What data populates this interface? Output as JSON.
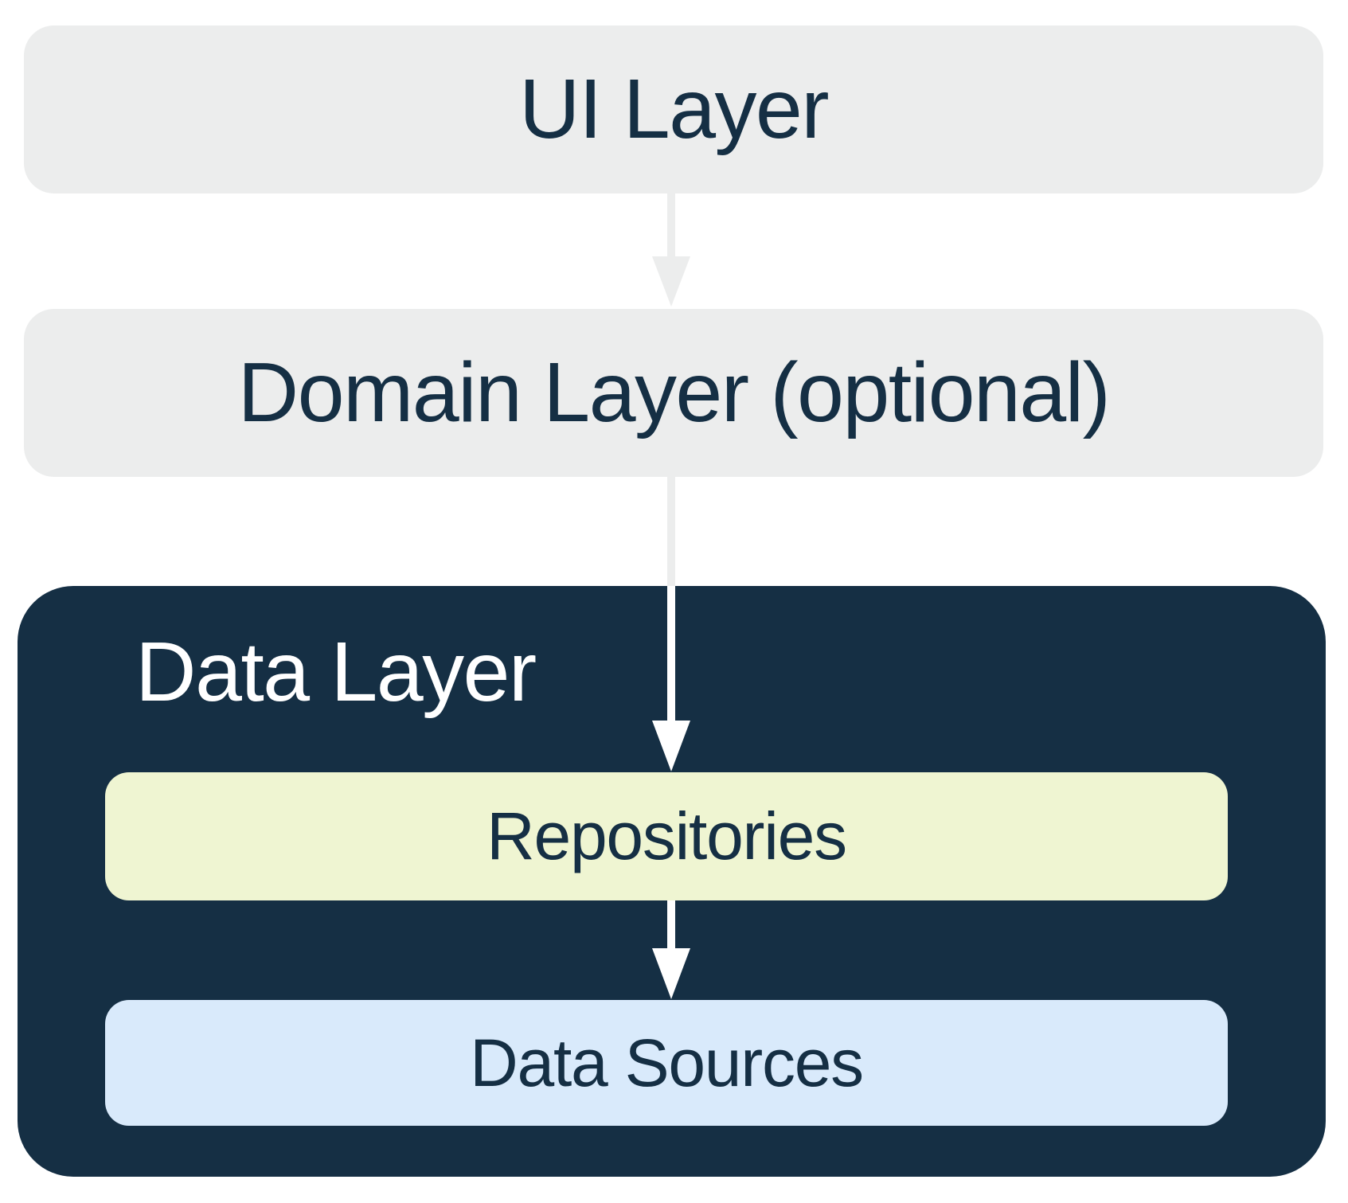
{
  "nodes": {
    "ui_layer": {
      "label": "UI Layer"
    },
    "domain_layer": {
      "label": "Domain Layer (optional)"
    },
    "data_layer": {
      "label": "Data Layer"
    },
    "repositories": {
      "label": "Repositories"
    },
    "data_sources": {
      "label": "Data Sources"
    }
  },
  "edges": [
    {
      "from": "ui_layer",
      "to": "domain_layer",
      "style": "gray-arrow"
    },
    {
      "from": "domain_layer",
      "to": "repositories",
      "style": "gray-then-white-arrow"
    },
    {
      "from": "repositories",
      "to": "data_sources",
      "style": "white-arrow"
    }
  ],
  "colors": {
    "background": "#FFFFFF",
    "layer_box_gray": "#ECEDED",
    "navy": "#152F44",
    "repositories_fill": "#EFF5D2",
    "data_sources_fill": "#D9EAFB",
    "arrow_gray": "#ECEDED",
    "arrow_white": "#FFFFFF",
    "title_text_light": "#FFFFFF"
  }
}
